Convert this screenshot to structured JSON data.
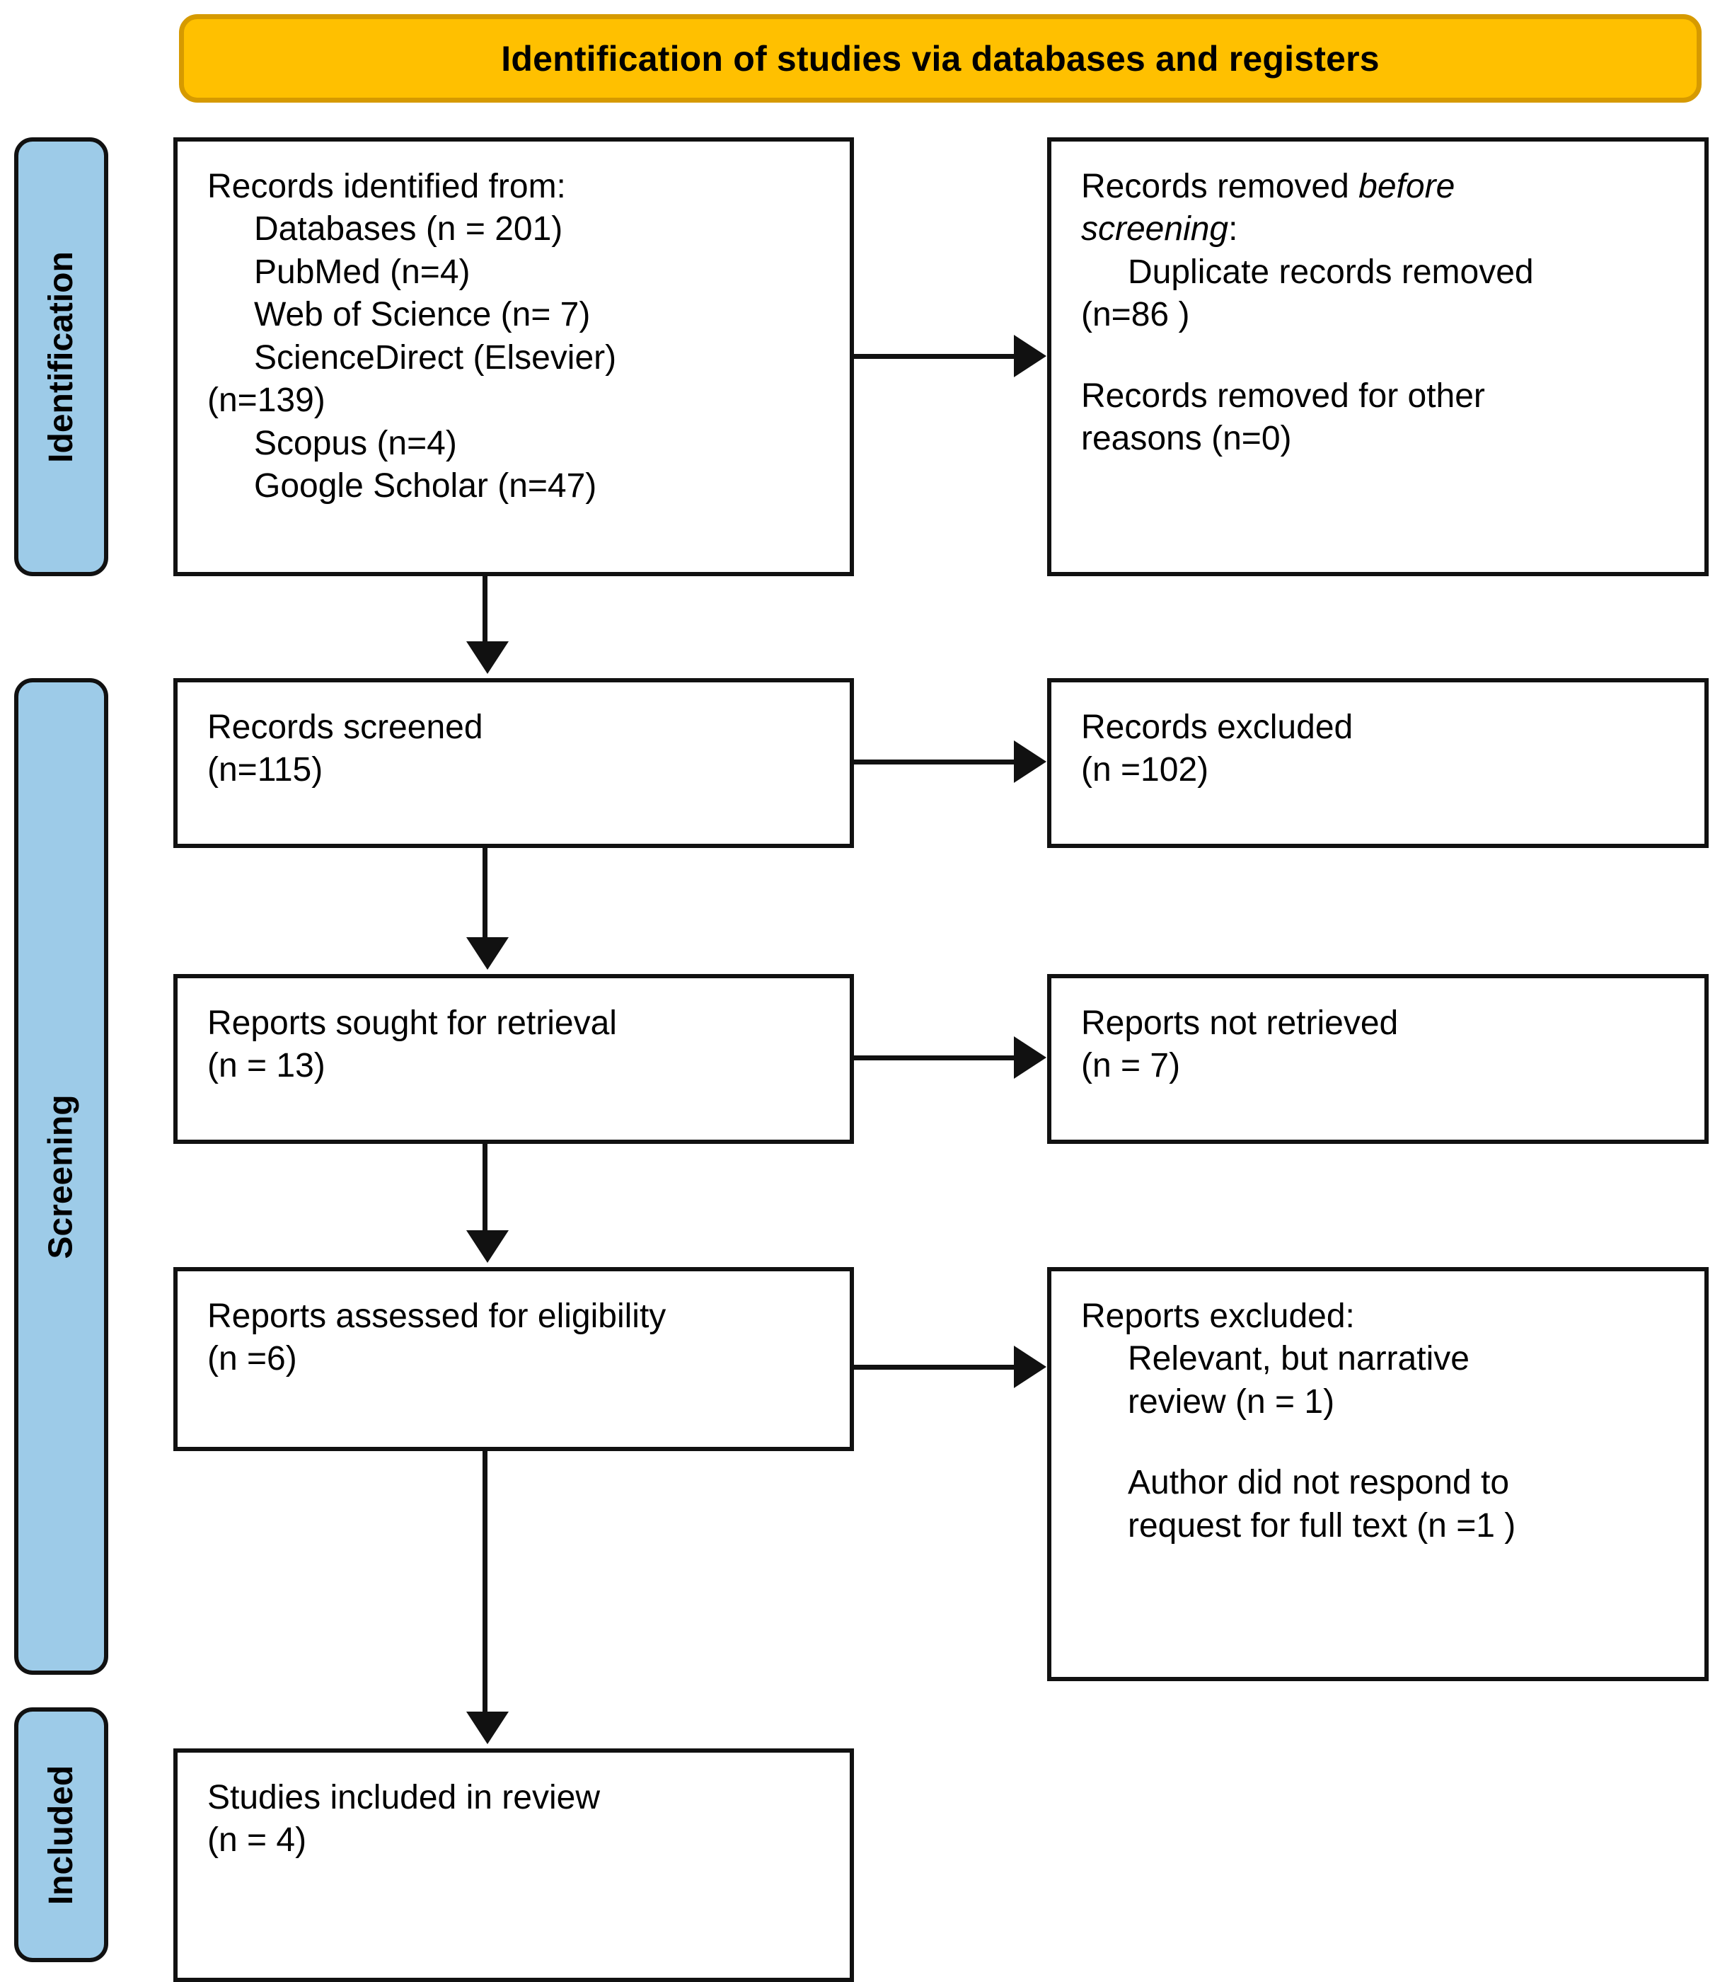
{
  "banner": {
    "title": "Identification of studies via databases and registers",
    "bg_color": "#FFC000",
    "border_color": "#D69A00"
  },
  "stages": {
    "identification": "Identification",
    "screening": "Screening",
    "included": "Included",
    "bg_color": "#9DCBE8",
    "border_color": "#111111"
  },
  "boxes": {
    "identified": {
      "heading": "Records identified from:",
      "lines": [
        "Databases (n = 201)",
        "PubMed (n=4)",
        "Web of Science (n= 7)",
        "ScienceDirect (Elsevier)"
      ],
      "line_cont": "(n=139)",
      "lines2": [
        "Scopus (n=4)",
        "Google Scholar (n=47)"
      ]
    },
    "removed": {
      "heading_plain": "Records removed ",
      "heading_italic_1": "before",
      "heading_italic_2": "screening",
      "heading_colon": ":",
      "item1_line1": "Duplicate records removed",
      "item1_line2": "(n=86 )",
      "item2_line1": "Records removed for other",
      "item2_line2": "reasons (n=0)"
    },
    "screened": {
      "line1": "Records screened",
      "line2": "(n=115)"
    },
    "excluded_records": {
      "line1": "Records excluded",
      "line2": "(n =102)"
    },
    "sought": {
      "line1": "Reports sought for retrieval",
      "line2": "(n = 13)"
    },
    "not_retrieved": {
      "line1": "Reports not retrieved",
      "line2": "(n = 7)"
    },
    "assessed": {
      "line1": "Reports assessed for eligibility",
      "line2": "(n =6)"
    },
    "excluded_reports": {
      "heading": "Reports excluded:",
      "item1_line1": "Relevant, but narrative",
      "item1_line2": "review (n = 1)",
      "item2_line1": "Author did not respond to",
      "item2_line2": "request for full text (n =1 )"
    },
    "included": {
      "line1": "Studies included in review",
      "line2": "(n = 4)"
    }
  }
}
